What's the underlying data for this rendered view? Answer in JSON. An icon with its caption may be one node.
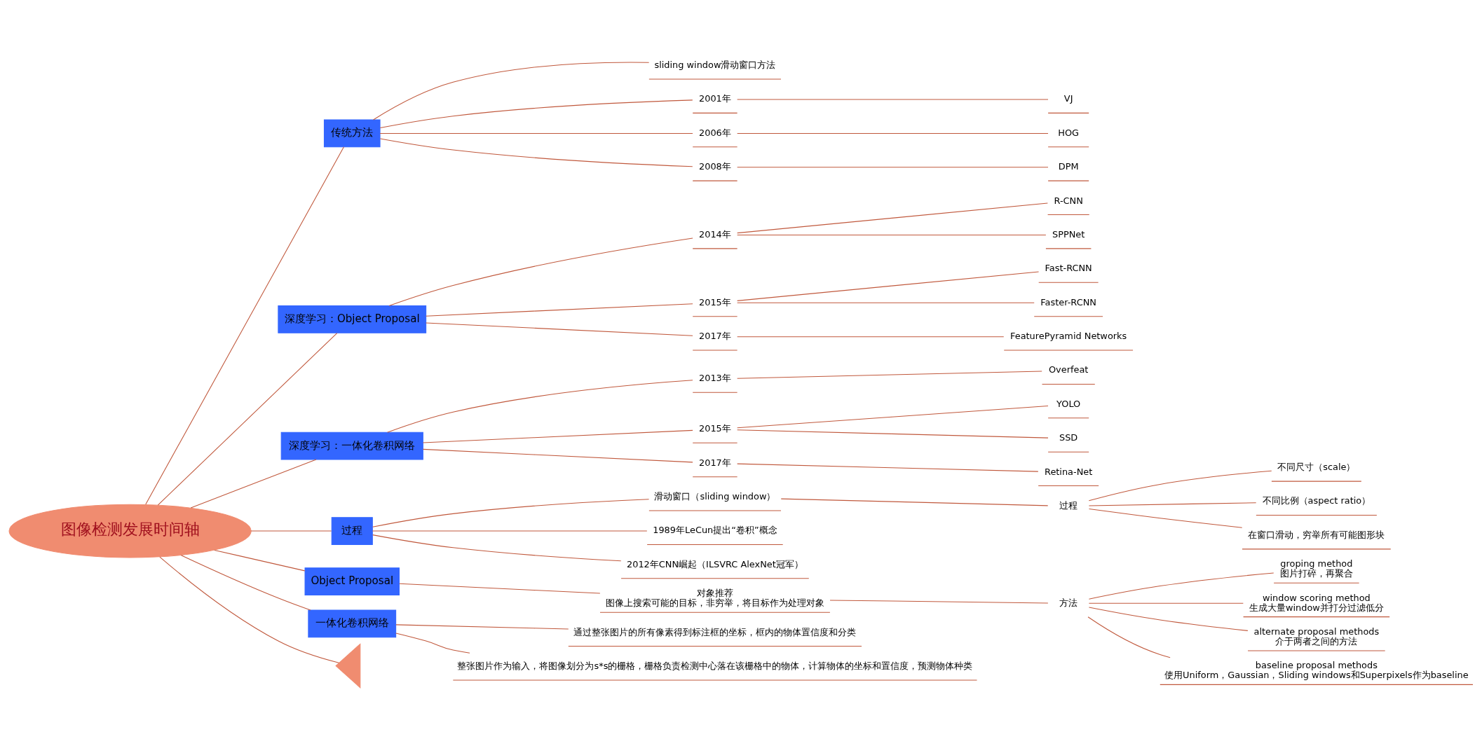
{
  "diagram": {
    "nodes": [
      {
        "text": [
          "图像检测发展时间轴"
        ]
      },
      {
        "text": [
          "传统方法"
        ]
      },
      {
        "text": [
          "sliding window滑动窗口方法"
        ]
      },
      {
        "text": [
          "2001年"
        ]
      },
      {
        "text": [
          "VJ"
        ]
      },
      {
        "text": [
          "2006年"
        ]
      },
      {
        "text": [
          "HOG"
        ]
      },
      {
        "text": [
          "2008年"
        ]
      },
      {
        "text": [
          "DPM"
        ]
      },
      {
        "text": [
          "深度学习：Object Proposal"
        ]
      },
      {
        "text": [
          "2014年"
        ]
      },
      {
        "text": [
          "R-CNN"
        ]
      },
      {
        "text": [
          "SPPNet"
        ]
      },
      {
        "text": [
          "2015年"
        ]
      },
      {
        "text": [
          "Fast-RCNN"
        ]
      },
      {
        "text": [
          "Faster-RCNN"
        ]
      },
      {
        "text": [
          "2017年"
        ]
      },
      {
        "text": [
          "FeaturePyramid Networks"
        ]
      },
      {
        "text": [
          "深度学习：一体化卷积网络"
        ]
      },
      {
        "text": [
          "2013年"
        ]
      },
      {
        "text": [
          "Overfeat"
        ]
      },
      {
        "text": [
          "2015年"
        ]
      },
      {
        "text": [
          "YOLO"
        ]
      },
      {
        "text": [
          "SSD"
        ]
      },
      {
        "text": [
          "2017年"
        ]
      },
      {
        "text": [
          "Retina-Net"
        ]
      },
      {
        "text": [
          "过程"
        ]
      },
      {
        "text": [
          "滑动窗口（sliding window）"
        ]
      },
      {
        "text": [
          "过程"
        ]
      },
      {
        "text": [
          "不同尺寸（scale）"
        ]
      },
      {
        "text": [
          "不同比例（aspect ratio）"
        ]
      },
      {
        "text": [
          "在窗口滑动，穷举所有可能图形块"
        ]
      },
      {
        "text": [
          "1989年LeCun提出“卷积”概念"
        ]
      },
      {
        "text": [
          "2012年CNN崛起（ILSVRC AlexNet冠军）"
        ]
      },
      {
        "text": [
          "Object Proposal"
        ]
      },
      {
        "text": [
          "对象推荐",
          "图像上搜索可能的目标，非穷举，将目标作为处理对象"
        ]
      },
      {
        "text": [
          "方法"
        ]
      },
      {
        "text": [
          "groping method",
          "图片打碎，再聚合"
        ]
      },
      {
        "text": [
          "window scoring method",
          "生成大量window并打分过滤低分"
        ]
      },
      {
        "text": [
          "alternate proposal methods",
          "介于两者之间的方法"
        ]
      },
      {
        "text": [
          "baseline proposal methods",
          "使用Uniform，Gaussian，Sliding windows和Superpixels作为baseline"
        ]
      },
      {
        "text": [
          "一体化卷积网络"
        ]
      },
      {
        "text": [
          "通过整张图片的所有像素得到标注框的坐标，框内的物体置信度和分类"
        ]
      },
      {
        "text": [
          "整张图片作为输入，将图像划分为s*s的栅格，栅格负责检测中心落在该栅格中的物体，计算物体的坐标和置信度，预测物体种类"
        ]
      },
      {
        "text": [],
        "shape": "triangle"
      }
    ],
    "edges": [
      {
        "from": 0,
        "to": 44,
        "arrow": "none"
      },
      {
        "from": 0,
        "to": 1,
        "arrow": "none"
      },
      {
        "from": 1,
        "to": 2,
        "arrow": "none"
      },
      {
        "from": 1,
        "to": 3,
        "arrow": "none"
      },
      {
        "from": 3,
        "to": 4,
        "arrow": "none"
      },
      {
        "from": 1,
        "to": 5,
        "arrow": "none"
      },
      {
        "from": 5,
        "to": 6,
        "arrow": "none"
      },
      {
        "from": 1,
        "to": 7,
        "arrow": "none"
      },
      {
        "from": 7,
        "to": 8,
        "arrow": "none"
      },
      {
        "from": 0,
        "to": 9,
        "arrow": "none"
      },
      {
        "from": 9,
        "to": 10,
        "arrow": "none"
      },
      {
        "from": 10,
        "to": 11,
        "arrow": "none"
      },
      {
        "from": 10,
        "to": 12,
        "arrow": "none"
      },
      {
        "from": 9,
        "to": 13,
        "arrow": "none"
      },
      {
        "from": 13,
        "to": 14,
        "arrow": "none"
      },
      {
        "from": 13,
        "to": 15,
        "arrow": "none"
      },
      {
        "from": 9,
        "to": 16,
        "arrow": "none"
      },
      {
        "from": 16,
        "to": 17,
        "arrow": "none"
      },
      {
        "from": 0,
        "to": 18,
        "arrow": "none"
      },
      {
        "from": 18,
        "to": 19,
        "arrow": "none"
      },
      {
        "from": 19,
        "to": 20,
        "arrow": "none"
      },
      {
        "from": 18,
        "to": 21,
        "arrow": "none"
      },
      {
        "from": 21,
        "to": 22,
        "arrow": "none"
      },
      {
        "from": 21,
        "to": 23,
        "arrow": "none"
      },
      {
        "from": 18,
        "to": 24,
        "arrow": "none"
      },
      {
        "from": 24,
        "to": 25,
        "arrow": "none"
      },
      {
        "from": 0,
        "to": 26,
        "arrow": "none"
      },
      {
        "from": 26,
        "to": 27,
        "arrow": "none"
      },
      {
        "from": 27,
        "to": 28,
        "arrow": "none"
      },
      {
        "from": 28,
        "to": 29,
        "arrow": "none"
      },
      {
        "from": 28,
        "to": 30,
        "arrow": "none"
      },
      {
        "from": 28,
        "to": 31,
        "arrow": "none"
      },
      {
        "from": 26,
        "to": 32,
        "arrow": "none"
      },
      {
        "from": 26,
        "to": 33,
        "arrow": "none"
      },
      {
        "from": 0,
        "to": 34,
        "arrow": "none"
      },
      {
        "from": 34,
        "to": 35,
        "arrow": "none"
      },
      {
        "from": 35,
        "to": 36,
        "arrow": "none"
      },
      {
        "from": 36,
        "to": 37,
        "arrow": "none"
      },
      {
        "from": 36,
        "to": 38,
        "arrow": "none"
      },
      {
        "from": 36,
        "to": 39,
        "arrow": "none"
      },
      {
        "from": 36,
        "to": 40,
        "arrow": "none"
      },
      {
        "from": 0,
        "to": 41,
        "arrow": "none"
      },
      {
        "from": 41,
        "to": 42,
        "arrow": "none"
      },
      {
        "from": 41,
        "to": 43,
        "arrow": "none"
      }
    ]
  }
}
